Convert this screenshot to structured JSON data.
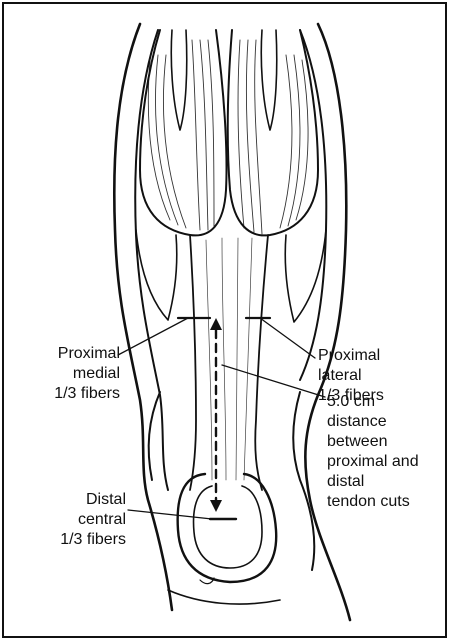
{
  "labels": {
    "proximal_medial": "Proximal\nmedial\n1/3 fibers",
    "proximal_lateral": "Proximal\nlateral\n1/3 fibers",
    "distance": "5.0 cm\ndistance\nbetween\nproximal and\ndistal\ntendon cuts",
    "distal_central": "Distal\ncentral\n1/3 fibers"
  }
}
